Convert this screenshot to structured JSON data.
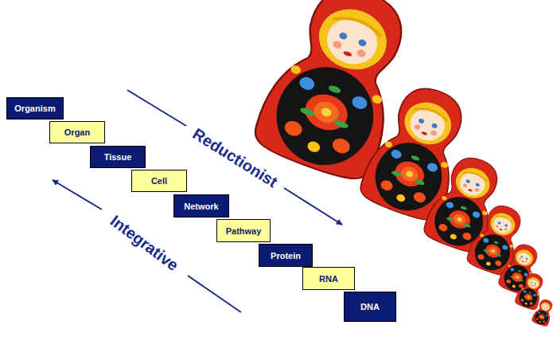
{
  "diagram": {
    "nodes": [
      {
        "text": [
          "Organism"
        ]
      },
      {
        "text": [
          "Organ"
        ]
      },
      {
        "text": [
          "Tissue"
        ]
      },
      {
        "text": [
          "Cell"
        ]
      },
      {
        "text": [
          "Network"
        ]
      },
      {
        "text": [
          "Pathway"
        ]
      },
      {
        "text": [
          "Protein"
        ]
      },
      {
        "text": [
          "RNA"
        ]
      },
      {
        "text": [
          "DNA"
        ]
      }
    ],
    "labels": [
      "Reductionist",
      "Integrative"
    ]
  }
}
